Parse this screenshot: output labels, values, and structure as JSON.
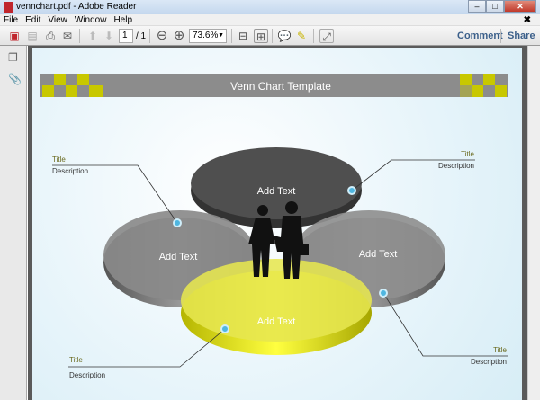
{
  "window": {
    "title": "vennchart.pdf - Adobe Reader",
    "minimize": "–",
    "maximize": "□",
    "close": "✕"
  },
  "menu": [
    "File",
    "Edit",
    "View",
    "Window",
    "Help"
  ],
  "toolbar": {
    "page_current": "1",
    "page_total": "/ 1",
    "zoom": "73.6%",
    "comment": "Comment",
    "share": "Share"
  },
  "chart": {
    "title": "Venn Chart Template",
    "circles": [
      "Add Text",
      "Add Text",
      "Add Text",
      "Add Text"
    ],
    "callouts": [
      {
        "title": "Title",
        "description": "Description"
      },
      {
        "title": "Title",
        "description": "Description"
      },
      {
        "title": "Title",
        "description": "Description"
      },
      {
        "title": "Title",
        "description": "Description"
      }
    ],
    "colors": {
      "top": "#4a4a4a",
      "sides": "#8a8a8a",
      "bottom": "#e6e61e",
      "banner": "#8c8c8c",
      "accent": "#c8c800"
    }
  }
}
